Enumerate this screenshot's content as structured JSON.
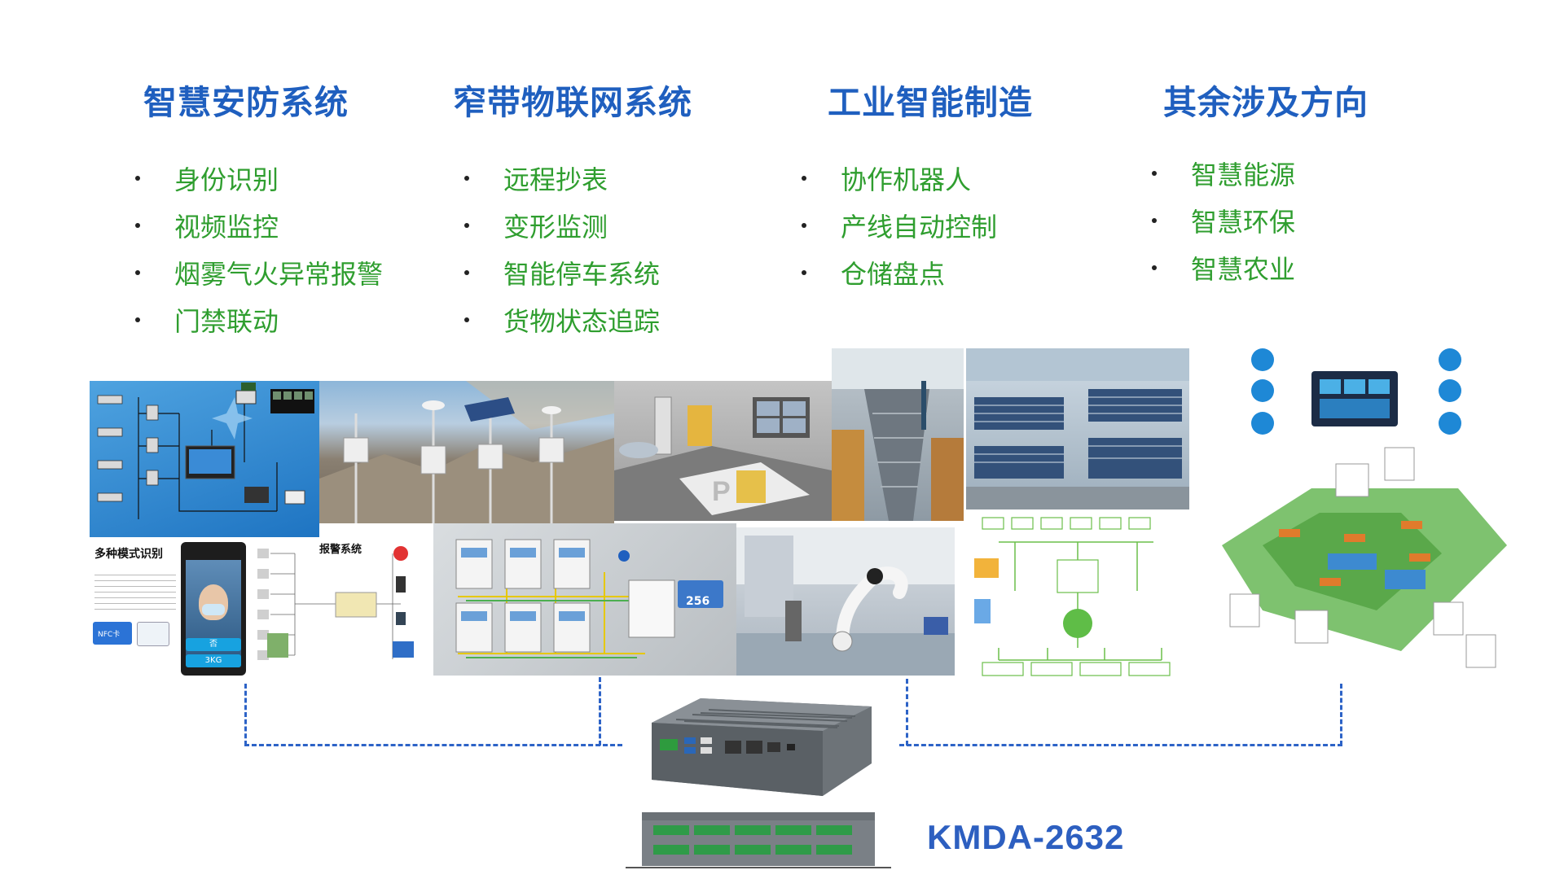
{
  "columns": [
    {
      "title": "智慧安防系统",
      "items": [
        "身份识别",
        "视频监控",
        "烟雾气火异常报警",
        "门禁联动"
      ]
    },
    {
      "title": "窄带物联网系统",
      "items": [
        "远程抄表",
        "变形监测",
        "智能停车系统",
        "货物状态追踪"
      ]
    },
    {
      "title": "工业智能制造",
      "items": [
        "协作机器人",
        "产线自动控制",
        "仓储盘点"
      ]
    },
    {
      "title": "其余涉及方向",
      "items": [
        "智慧能源",
        "智慧环保",
        "智慧农业"
      ]
    }
  ],
  "images": {
    "face_recognition_title": "多种模式识别",
    "alarm_system_title": "报警系统",
    "face_btn_top": "否",
    "face_btn_bottom": "3KG",
    "nfc_label": "NFC卡",
    "meter_reading": "256"
  },
  "device": {
    "model": "KMDA-2632"
  },
  "colors": {
    "title_blue": "#1f5fbf",
    "item_green": "#2f9e2f",
    "dash_blue": "#2d63c7"
  }
}
